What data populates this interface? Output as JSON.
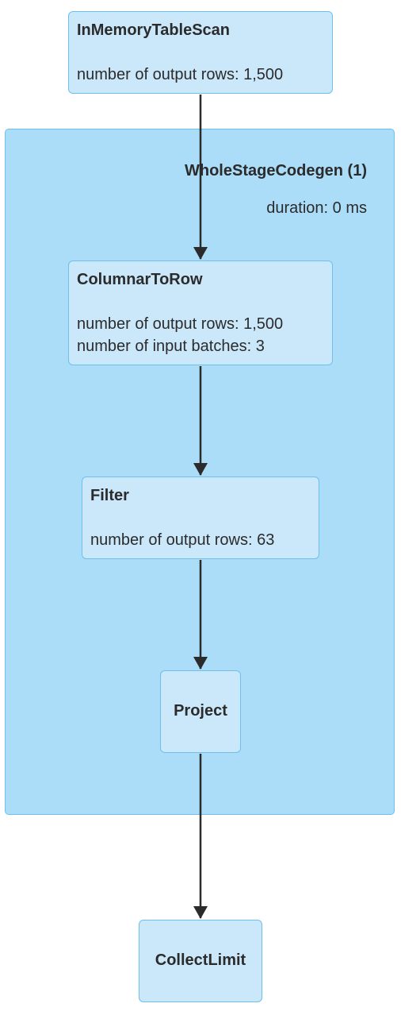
{
  "cluster": {
    "title": "WholeStageCodegen (1)",
    "duration": "duration: 0 ms"
  },
  "nodes": {
    "scan": {
      "title": "InMemoryTableScan",
      "metrics": [
        "number of output rows: 1,500"
      ]
    },
    "columnar": {
      "title": "ColumnarToRow",
      "metrics": [
        "number of output rows: 1,500",
        "number of input batches: 3"
      ]
    },
    "filter": {
      "title": "Filter",
      "metrics": [
        "number of output rows: 63"
      ]
    },
    "project": {
      "title": "Project"
    },
    "collect": {
      "title": "CollectLimit"
    }
  },
  "colors": {
    "cluster_fill": "#abdcf8",
    "node_fill": "#cbe8fb",
    "border": "#6cc0ec",
    "edge": "#2b2b2b"
  }
}
